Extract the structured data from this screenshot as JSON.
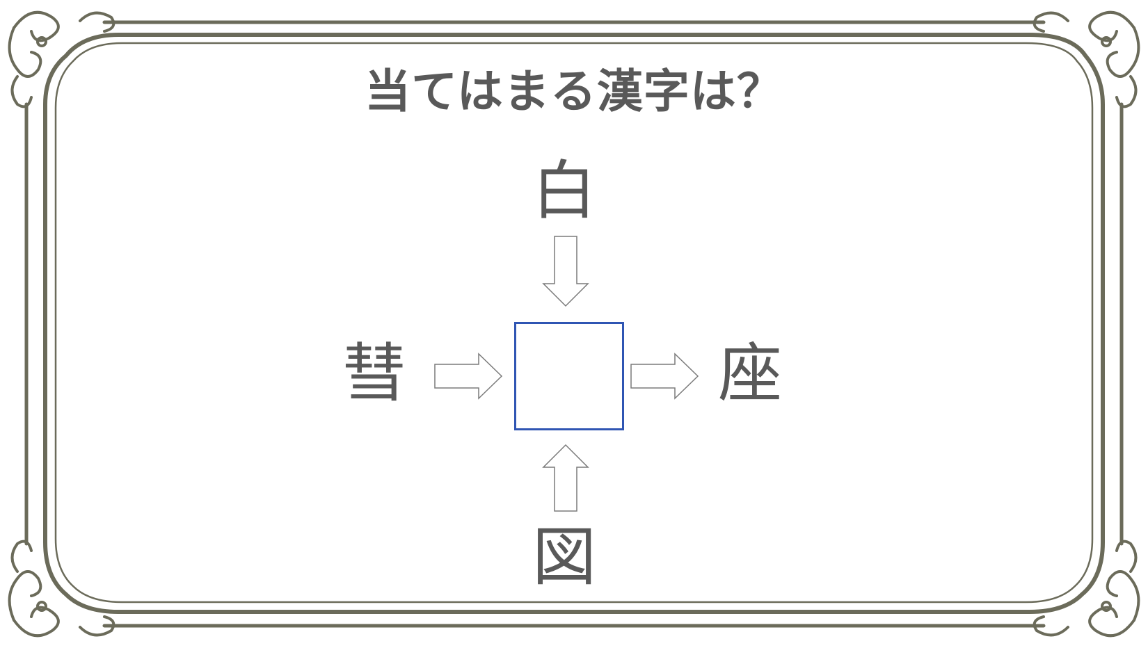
{
  "title": "当てはまる漢字は？",
  "puzzle": {
    "top_kanji": "白",
    "left_kanji": "彗",
    "right_kanji": "座",
    "bottom_kanji": "図",
    "answer_box_value": ""
  },
  "colors": {
    "frame": "#6b6b5a",
    "text": "#595959",
    "arrow_stroke": "#7a7a7a",
    "answer_border": "#2f55b3"
  },
  "icons": {
    "arrow_top": "arrow-down-icon",
    "arrow_left": "arrow-right-icon",
    "arrow_right": "arrow-right-icon",
    "arrow_bottom": "arrow-up-icon",
    "corner_ornament": "flourish-ornament-icon"
  }
}
